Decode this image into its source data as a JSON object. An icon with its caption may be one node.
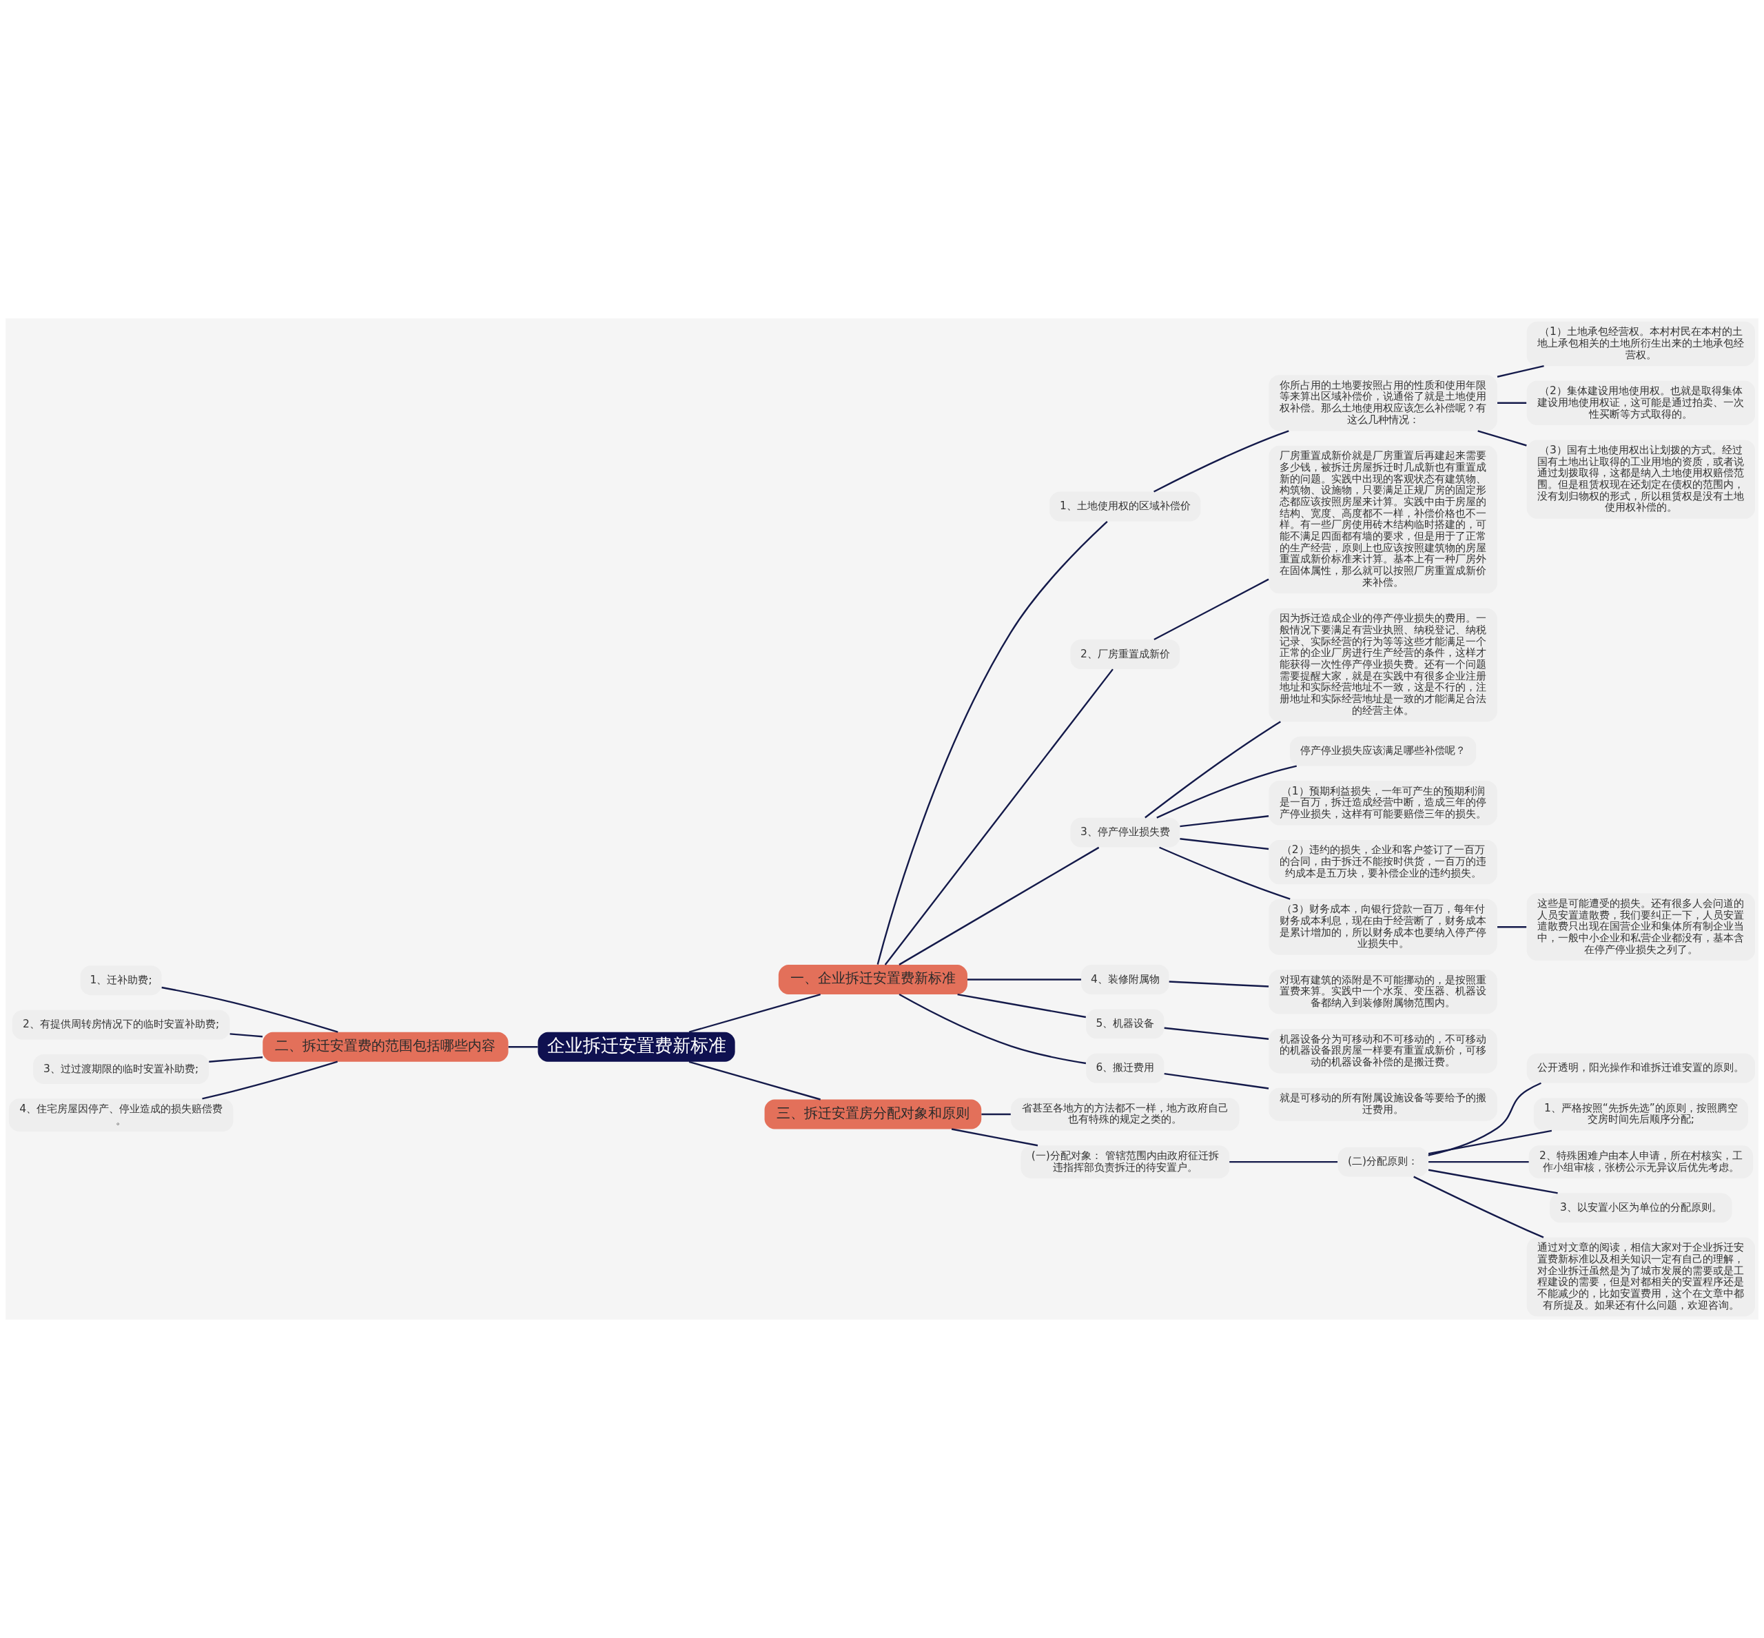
{
  "diagram": {
    "nodes": [
      {
        "text": [
          "企业拆迁安置费新标准"
        ]
      },
      {
        "text": [
          "二、拆迁安置费的范围包括哪些内容"
        ]
      },
      {
        "text": [
          "1、迁补助费;"
        ]
      },
      {
        "text": [
          "2、有提供周转房情况下的临时安置补助费;"
        ]
      },
      {
        "text": [
          "3、过过渡期限的临时安置补助费;"
        ]
      },
      {
        "text": [
          "4、住宅房屋因停产、停业造成的损失赔偿费。"
        ]
      },
      {
        "text": [
          "一、企业拆迁安置费新标准"
        ]
      },
      {
        "text": [
          "1、土地使用权的区域补偿价"
        ]
      },
      {
        "text": [
          "你所占用的土地要按照占用的性质和使用年限等来算出区域补偿价，说通俗了就是土地使用权补偿。那么土地使用权应该怎么补偿呢？有这么几种情况："
        ]
      },
      {
        "text": [
          "（1）土地承包经营权。本村村民在本村的土地上承包相关的土地所衍生出来的土地承包经营权。"
        ]
      },
      {
        "text": [
          "（2）集体建设用地使用权。也就是取得集体建设用地使用权证，这可能是通过拍卖、一次性买断等方式取得的。"
        ]
      },
      {
        "text": [
          "（3）国有土地使用权出让划拨的方式。经过国有土地出让取得的工业用地的资质，或者说通过划拨取得，这都是纳入土地使用权赔偿范围。但是租赁权现在还划定在债权的范围内，没有划归物权的形式，所以租赁权是没有土地使用权补偿的。"
        ]
      },
      {
        "text": [
          "2、厂房重置成新价"
        ]
      },
      {
        "text": [
          "厂房重置成新价就是厂房重置后再建起来需要多少钱，被拆迁房屋拆迁时几成新也有重置成新的问题。实践中出现的客观状态有建筑物、构筑物、设施物，只要满足正规厂房的固定形态都应该按照房屋来计算。实践中由于房屋的结构、宽度、高度都不一样，补偿价格也不一样。有一些厂房使用砖木结构临时搭建的，可能不满足四面都有墙的要求，但是用于了正常的生产经营，原则上也应该按照建筑物的房屋重置成新价标准来计算。基本上有一种厂房外在固体属性，那么就可以按照厂房重置成新价来补偿。"
        ]
      },
      {
        "text": [
          "3、停产停业损失费"
        ]
      },
      {
        "text": [
          "因为拆迁造成企业的停产停业损失的费用。一般情况下要满足有营业执照、纳税登记、纳税记录、实际经营的行为等等这些才能满足一个正常的企业厂房进行生产经营的条件，这样才能获得一次性停产停业损失费。还有一个问题需要提醒大家，就是在实践中有很多企业注册地址和实际经营地址不一致，这是不行的，注册地址和实际经营地址是一致的才能满足合法的经营主体。"
        ]
      },
      {
        "text": [
          "停产停业损失应该满足哪些补偿呢？"
        ]
      },
      {
        "text": [
          "（1）预期利益损失，一年可产生的预期利润是一百万，拆迁造成经营中断，造成三年的停产停业损失，这样有可能要赔偿三年的损失。"
        ]
      },
      {
        "text": [
          "（2）违约的损失，企业和客户签订了一百万的合同，由于拆迁不能按时供货，一百万的违约成本是五万块，要补偿企业的违约损失。"
        ]
      },
      {
        "text": [
          "（3）财务成本，向银行贷款一百万，每年付财务成本利息，现在由于经营断了，财务成本是累计增加的，所以财务成本也要纳入停产停业损失中。"
        ]
      },
      {
        "text": [
          "这些是可能遭受的损失。还有很多人会问道的人员安置遣散费，我们要纠正一下，人员安置遣散费只出现在国营企业和集体所有制企业当中，一般中小企业和私营企业都没有，基本含在停产停业损失之列了。"
        ]
      },
      {
        "text": [
          "4、装修附属物"
        ]
      },
      {
        "text": [
          "对现有建筑的添附是不可能挪动的，是按照重置费来算。实践中一个水泵、变压器、机器设备都纳入到装修附属物范围内。"
        ]
      },
      {
        "text": [
          "5、机器设备"
        ]
      },
      {
        "text": [
          "机器设备分为可移动和不可移动的，不可移动的机器设备跟房屋一样要有重置成新价，可移动的机器设备补偿的是搬迁费。"
        ]
      },
      {
        "text": [
          "6、搬迁费用"
        ]
      },
      {
        "text": [
          "就是可移动的所有附属设施设备等要给予的搬迁费用。"
        ]
      },
      {
        "text": [
          "三、拆迁安置房分配对象和原则"
        ]
      },
      {
        "text": [
          "省甚至各地方的方法都不一样，地方政府自己也有特殊的规定之类的。"
        ]
      },
      {
        "text": [
          "(一)分配对象： 管辖范围内由政府征迁拆违指挥部负责拆迁的待安置户。"
        ]
      },
      {
        "text": [
          "(二)分配原则："
        ]
      },
      {
        "text": [
          "公开透明，阳光操作和谁拆迁谁安置的原则。"
        ]
      },
      {
        "text": [
          "1、严格按照“先拆先选”的原则，按照腾空交房时间先后顺序分配;"
        ]
      },
      {
        "text": [
          "2、特殊困难户由本人申请，所在村核实，工作小组审核，张榜公示无异议后优先考虑。"
        ]
      },
      {
        "text": [
          "3、以安置小区为单位的分配原则。"
        ]
      },
      {
        "text": [
          "通过对文章的阅读，相信大家对于企业拆迁安置费新标准以及相关知识一定有自己的理解，对企业拆迁虽然是为了城市发展的需要或是工程建设的需要，但是对都相关的安置程序还是不能减少的，比如安置费用，这个在文章中都有所提及。如果还有什么问题，欢迎咨询。"
        ]
      }
    ],
    "edges": [
      {
        "from": 0,
        "to": 1,
        "arrow": "none"
      },
      {
        "from": 1,
        "to": 2,
        "arrow": "none"
      },
      {
        "from": 1,
        "to": 3,
        "arrow": "none"
      },
      {
        "from": 1,
        "to": 4,
        "arrow": "none"
      },
      {
        "from": 1,
        "to": 5,
        "arrow": "none"
      },
      {
        "from": 0,
        "to": 6,
        "arrow": "none"
      },
      {
        "from": 6,
        "to": 7,
        "arrow": "none"
      },
      {
        "from": 7,
        "to": 8,
        "arrow": "none"
      },
      {
        "from": 8,
        "to": 9,
        "arrow": "none"
      },
      {
        "from": 8,
        "to": 10,
        "arrow": "none"
      },
      {
        "from": 8,
        "to": 11,
        "arrow": "none"
      },
      {
        "from": 6,
        "to": 12,
        "arrow": "none"
      },
      {
        "from": 12,
        "to": 13,
        "arrow": "none"
      },
      {
        "from": 6,
        "to": 14,
        "arrow": "none"
      },
      {
        "from": 14,
        "to": 15,
        "arrow": "none"
      },
      {
        "from": 14,
        "to": 16,
        "arrow": "none"
      },
      {
        "from": 14,
        "to": 17,
        "arrow": "none"
      },
      {
        "from": 14,
        "to": 18,
        "arrow": "none"
      },
      {
        "from": 14,
        "to": 19,
        "arrow": "none"
      },
      {
        "from": 19,
        "to": 20,
        "arrow": "none"
      },
      {
        "from": 6,
        "to": 21,
        "arrow": "none"
      },
      {
        "from": 21,
        "to": 22,
        "arrow": "none"
      },
      {
        "from": 6,
        "to": 23,
        "arrow": "none"
      },
      {
        "from": 23,
        "to": 24,
        "arrow": "none"
      },
      {
        "from": 6,
        "to": 25,
        "arrow": "none"
      },
      {
        "from": 25,
        "to": 26,
        "arrow": "none"
      },
      {
        "from": 0,
        "to": 27,
        "arrow": "none"
      },
      {
        "from": 27,
        "to": 28,
        "arrow": "none"
      },
      {
        "from": 27,
        "to": 29,
        "arrow": "none"
      },
      {
        "from": 29,
        "to": 30,
        "arrow": "none"
      },
      {
        "from": 30,
        "to": 31,
        "arrow": "none"
      },
      {
        "from": 30,
        "to": 32,
        "arrow": "none"
      },
      {
        "from": 30,
        "to": 33,
        "arrow": "none"
      },
      {
        "from": 30,
        "to": 34,
        "arrow": "none"
      },
      {
        "from": 30,
        "to": 35,
        "arrow": "none"
      }
    ]
  }
}
